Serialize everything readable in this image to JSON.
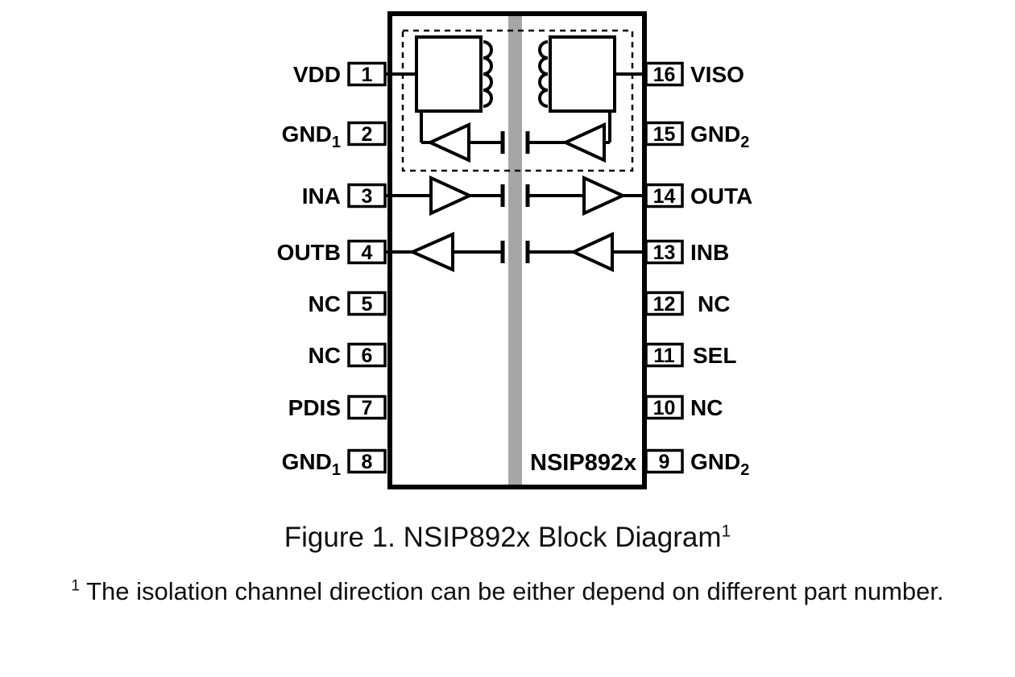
{
  "diagram": {
    "chip_label": "NSIP892x",
    "pins_left": [
      {
        "number": "1",
        "name": "VDD",
        "sub": ""
      },
      {
        "number": "2",
        "name": "GND",
        "sub": "1"
      },
      {
        "number": "3",
        "name": "INA",
        "sub": ""
      },
      {
        "number": "4",
        "name": "OUTB",
        "sub": ""
      },
      {
        "number": "5",
        "name": "NC",
        "sub": ""
      },
      {
        "number": "6",
        "name": "NC",
        "sub": ""
      },
      {
        "number": "7",
        "name": "PDIS",
        "sub": ""
      },
      {
        "number": "8",
        "name": "GND",
        "sub": "1"
      }
    ],
    "pins_right": [
      {
        "number": "16",
        "name": "VISO",
        "sub": ""
      },
      {
        "number": "15",
        "name": "GND",
        "sub": "2"
      },
      {
        "number": "14",
        "name": "OUTA",
        "sub": ""
      },
      {
        "number": "13",
        "name": "INB",
        "sub": ""
      },
      {
        "number": "12",
        "name": "NC",
        "sub": ""
      },
      {
        "number": "11",
        "name": "SEL",
        "sub": ""
      },
      {
        "number": "10",
        "name": "NC",
        "sub": ""
      },
      {
        "number": "9",
        "name": "GND",
        "sub": "2"
      }
    ],
    "colors": {
      "barrier_gray": "#a6a6a6",
      "line_black": "#000000"
    }
  },
  "caption": {
    "text": "Figure 1. NSIP892x Block Diagram",
    "sup": "1"
  },
  "footnote": {
    "marker": "1",
    "text": "The isolation channel direction can be either depend on different part number."
  }
}
